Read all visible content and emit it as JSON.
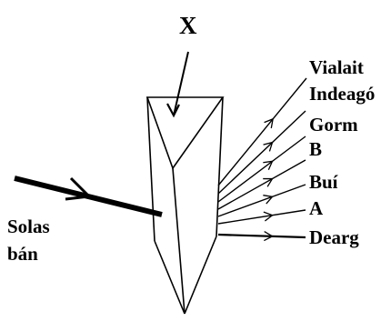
{
  "prism_label": "X",
  "incident_label_line1": "Solas",
  "incident_label_line2": "bán",
  "spectrum": [
    {
      "label": "Vialait"
    },
    {
      "label": "Indeagó"
    },
    {
      "label": "Gorm"
    },
    {
      "label": "B"
    },
    {
      "label": "Buí"
    },
    {
      "label": "A"
    },
    {
      "label": "Dearg"
    }
  ]
}
